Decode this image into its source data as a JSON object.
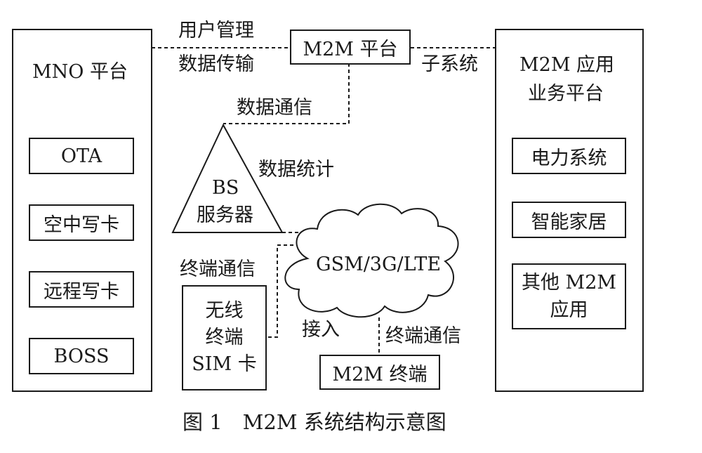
{
  "mno": {
    "title": "MNO 平台",
    "items": [
      "OTA",
      "空中写卡",
      "远程写卡",
      "BOSS"
    ]
  },
  "m2m_platform": "M2M 平台",
  "app_platform": {
    "title_line1": "M2M 应用",
    "title_line2": "业务平台",
    "items": [
      "电力系统",
      "智能家居"
    ],
    "other_line1": "其他 M2M",
    "other_line2": "应用"
  },
  "bs": {
    "line1": "BS",
    "line2": "服务器"
  },
  "cloud": "GSM/3G/LTE",
  "wireless": {
    "line1": "无线",
    "line2": "终端",
    "line3": "SIM 卡"
  },
  "m2m_terminal": "M2M 终端",
  "edges": {
    "user_mgmt": "用户管理",
    "data_transfer": "数据传输",
    "subsystem": "子系统",
    "data_comm": "数据通信",
    "data_stats": "数据统计",
    "terminal_comm_left": "终端通信",
    "access": "接入",
    "terminal_comm_right": "终端通信"
  },
  "caption": "图 1　M2M 系统结构示意图"
}
